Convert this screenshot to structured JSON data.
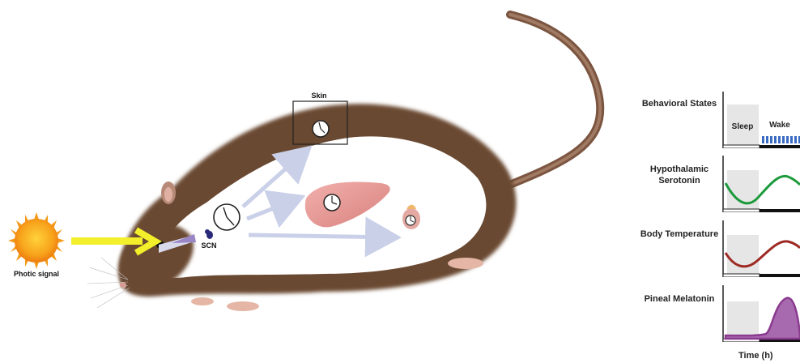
{
  "labels": {
    "photic_signal": "Photic signal",
    "scn": "SCN",
    "skin": "Skin"
  },
  "rows": [
    {
      "label": "Behavioral States"
    },
    {
      "label": "Hypothalamic Serotonin"
    },
    {
      "label": "Body Temperature"
    },
    {
      "label": "Pineal Melatonin"
    }
  ],
  "states": {
    "sleep": "Sleep",
    "wake": "Wake"
  },
  "time_axis": "Time (h)",
  "colors": {
    "sun": "#f7a21a",
    "arrow_yellow": "#f3ef2a",
    "scn_arrow": "#9a86c4",
    "scn_dot": "#2a2a7a",
    "rat_fur": "#6b4a33",
    "organ": "#e59a98",
    "serotonin": "#1d9a3c",
    "temperature": "#9e2a24",
    "melatonin": "#8b3b8f",
    "wake_ticks": "#3a6bc4",
    "sleep_shade": "#e6e6e6"
  }
}
